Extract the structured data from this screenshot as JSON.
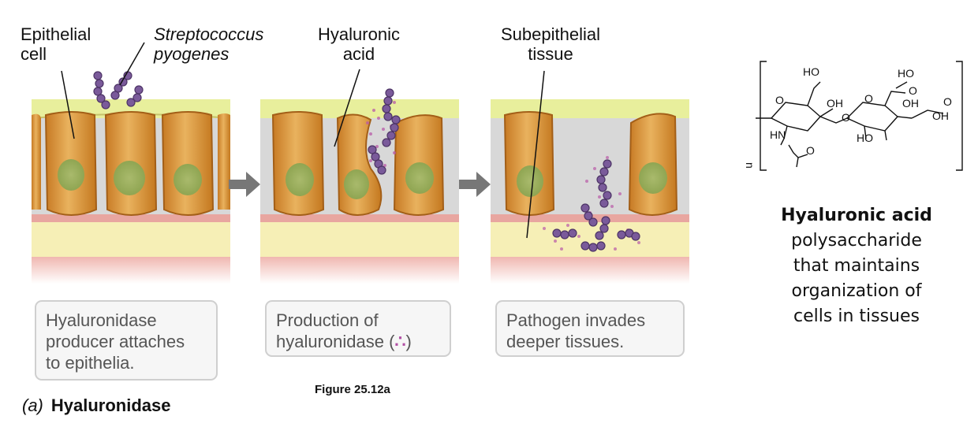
{
  "panels": [
    {
      "label_left": "Epithelial\ncell",
      "label_right": "Streptococcus\npyogenes",
      "caption": "Hyaluronidase\nproducer attaches\nto epithelia."
    },
    {
      "label": "Hyaluronic\nacid",
      "caption_line1": "Production of",
      "caption_line2": "hyaluronidase (",
      "caption_close": ")"
    },
    {
      "label": "Subepithelial\ntissue",
      "caption": "Pathogen invades\ndeeper tissues."
    }
  ],
  "figure_number": "Figure 25.12a",
  "sub_label": {
    "letter": "(a)",
    "title": "Hyaluronidase"
  },
  "structure": {
    "atoms": [
      "HO",
      "HO",
      "O",
      "OH",
      "O",
      "O",
      "O",
      "OH",
      "HN",
      "HO",
      "O",
      "OH",
      "O",
      "n"
    ]
  },
  "description": {
    "title": "Hyaluronic acid",
    "body": "polysaccharide\nthat maintains\norganization of\ncells in tissues"
  },
  "colors": {
    "cell": "#e0a24a",
    "nucleus": "#9cae62",
    "bacteria": "#7a5a9a",
    "mucus": "#e8ef9c",
    "subepithelium": "#f6efb6",
    "blood": "#d76a6a",
    "arrow": "#777777"
  }
}
